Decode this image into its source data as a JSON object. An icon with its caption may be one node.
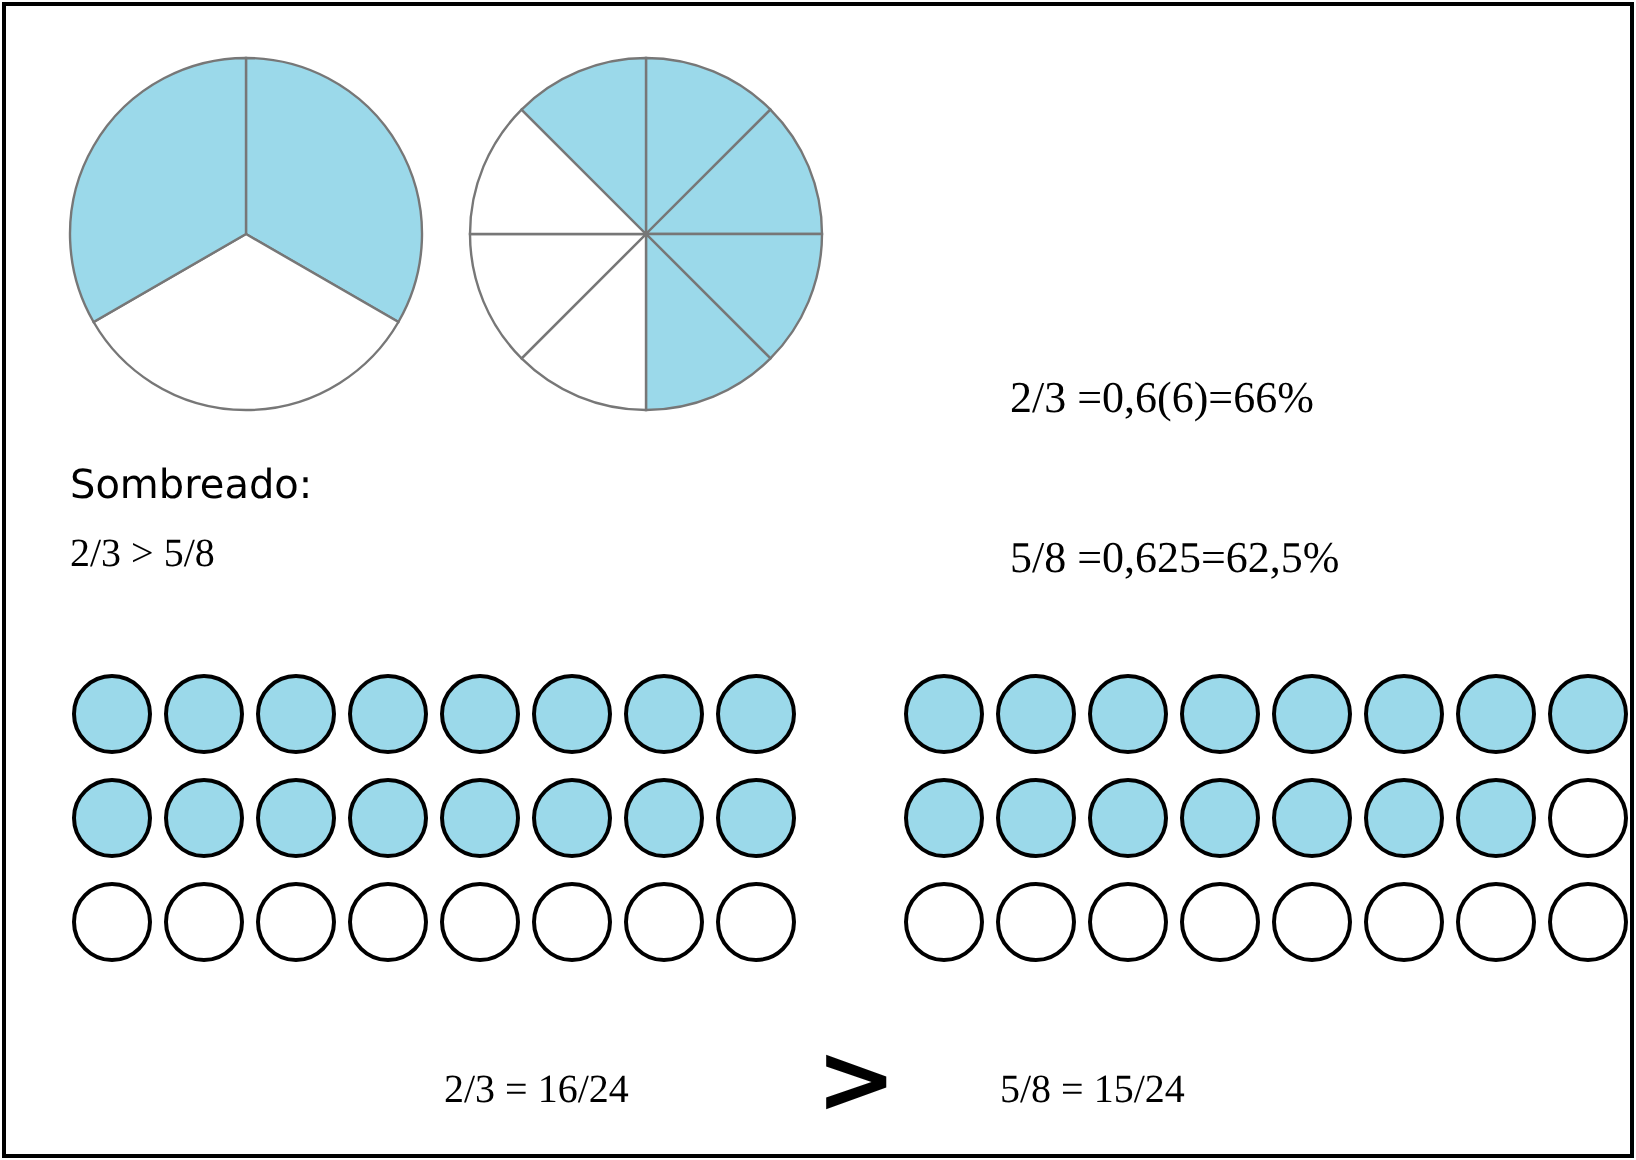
{
  "diagram": {
    "labels": [
      "2/3 =0,6(6)=66%",
      "Sombreado:",
      "2/3 > 5/8",
      "5/8 =0,625=62,5%",
      "2/3 = 16/24",
      ">",
      "5/8 = 15/24"
    ]
  }
}
